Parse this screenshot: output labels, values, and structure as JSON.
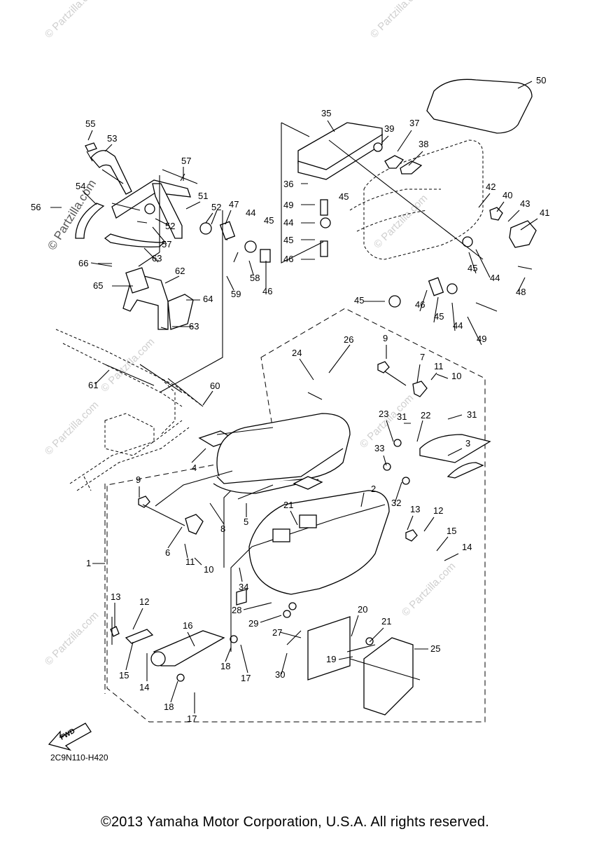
{
  "watermark": "© Partzilla.com",
  "diagram_code": "2C9N110-H420",
  "fwd_label": "FWD",
  "copyright": "©2013 Yamaha Motor Corporation, U.S.A. All rights reserved.",
  "callouts": [
    {
      "id": "c1",
      "text": "1"
    },
    {
      "id": "c2",
      "text": "2"
    },
    {
      "id": "c3",
      "text": "3"
    },
    {
      "id": "c4",
      "text": "4"
    },
    {
      "id": "c5",
      "text": "5"
    },
    {
      "id": "c6",
      "text": "6"
    },
    {
      "id": "c7",
      "text": "7"
    },
    {
      "id": "c8",
      "text": "8"
    },
    {
      "id": "c9a",
      "text": "9"
    },
    {
      "id": "c9b",
      "text": "9"
    },
    {
      "id": "c10a",
      "text": "10"
    },
    {
      "id": "c10b",
      "text": "10"
    },
    {
      "id": "c11a",
      "text": "11"
    },
    {
      "id": "c11b",
      "text": "11"
    },
    {
      "id": "c12a",
      "text": "12"
    },
    {
      "id": "c12b",
      "text": "12"
    },
    {
      "id": "c13a",
      "text": "13"
    },
    {
      "id": "c13b",
      "text": "13"
    },
    {
      "id": "c14a",
      "text": "14"
    },
    {
      "id": "c14b",
      "text": "14"
    },
    {
      "id": "c15a",
      "text": "15"
    },
    {
      "id": "c15b",
      "text": "15"
    },
    {
      "id": "c16",
      "text": "16"
    },
    {
      "id": "c17a",
      "text": "17"
    },
    {
      "id": "c17b",
      "text": "17"
    },
    {
      "id": "c18a",
      "text": "18"
    },
    {
      "id": "c18b",
      "text": "18"
    },
    {
      "id": "c19",
      "text": "19"
    },
    {
      "id": "c20",
      "text": "20"
    },
    {
      "id": "c21a",
      "text": "21"
    },
    {
      "id": "c21b",
      "text": "21"
    },
    {
      "id": "c22",
      "text": "22"
    },
    {
      "id": "c23",
      "text": "23"
    },
    {
      "id": "c24",
      "text": "24"
    },
    {
      "id": "c25",
      "text": "25"
    },
    {
      "id": "c26",
      "text": "26"
    },
    {
      "id": "c27",
      "text": "27"
    },
    {
      "id": "c28",
      "text": "28"
    },
    {
      "id": "c29",
      "text": "29"
    },
    {
      "id": "c30",
      "text": "30"
    },
    {
      "id": "c31a",
      "text": "31"
    },
    {
      "id": "c31b",
      "text": "31"
    },
    {
      "id": "c32",
      "text": "32"
    },
    {
      "id": "c33",
      "text": "33"
    },
    {
      "id": "c34",
      "text": "34"
    },
    {
      "id": "c35",
      "text": "35"
    },
    {
      "id": "c36",
      "text": "36"
    },
    {
      "id": "c37",
      "text": "37"
    },
    {
      "id": "c38",
      "text": "38"
    },
    {
      "id": "c39",
      "text": "39"
    },
    {
      "id": "c40",
      "text": "40"
    },
    {
      "id": "c41",
      "text": "41"
    },
    {
      "id": "c42",
      "text": "42"
    },
    {
      "id": "c43",
      "text": "43"
    },
    {
      "id": "c44a",
      "text": "44"
    },
    {
      "id": "c44b",
      "text": "44"
    },
    {
      "id": "c44c",
      "text": "44"
    },
    {
      "id": "c44d",
      "text": "44"
    },
    {
      "id": "c45a",
      "text": "45"
    },
    {
      "id": "c45b",
      "text": "45"
    },
    {
      "id": "c45c",
      "text": "45"
    },
    {
      "id": "c45d",
      "text": "45"
    },
    {
      "id": "c45e",
      "text": "45"
    },
    {
      "id": "c45f",
      "text": "45"
    },
    {
      "id": "c46a",
      "text": "46"
    },
    {
      "id": "c46b",
      "text": "46"
    },
    {
      "id": "c46c",
      "text": "46"
    },
    {
      "id": "c47",
      "text": "47"
    },
    {
      "id": "c48",
      "text": "48"
    },
    {
      "id": "c49a",
      "text": "49"
    },
    {
      "id": "c49b",
      "text": "49"
    },
    {
      "id": "c50",
      "text": "50"
    },
    {
      "id": "c51",
      "text": "51"
    },
    {
      "id": "c52a",
      "text": "52"
    },
    {
      "id": "c52b",
      "text": "52"
    },
    {
      "id": "c53",
      "text": "53"
    },
    {
      "id": "c54",
      "text": "54"
    },
    {
      "id": "c55",
      "text": "55"
    },
    {
      "id": "c56",
      "text": "56"
    },
    {
      "id": "c57a",
      "text": "57"
    },
    {
      "id": "c57b",
      "text": "57"
    },
    {
      "id": "c58",
      "text": "58"
    },
    {
      "id": "c59",
      "text": "59"
    },
    {
      "id": "c60",
      "text": "60"
    },
    {
      "id": "c61",
      "text": "61"
    },
    {
      "id": "c62",
      "text": "62"
    },
    {
      "id": "c63a",
      "text": "63"
    },
    {
      "id": "c63b",
      "text": "63"
    },
    {
      "id": "c64",
      "text": "64"
    },
    {
      "id": "c65",
      "text": "65"
    },
    {
      "id": "c66",
      "text": "66"
    }
  ]
}
